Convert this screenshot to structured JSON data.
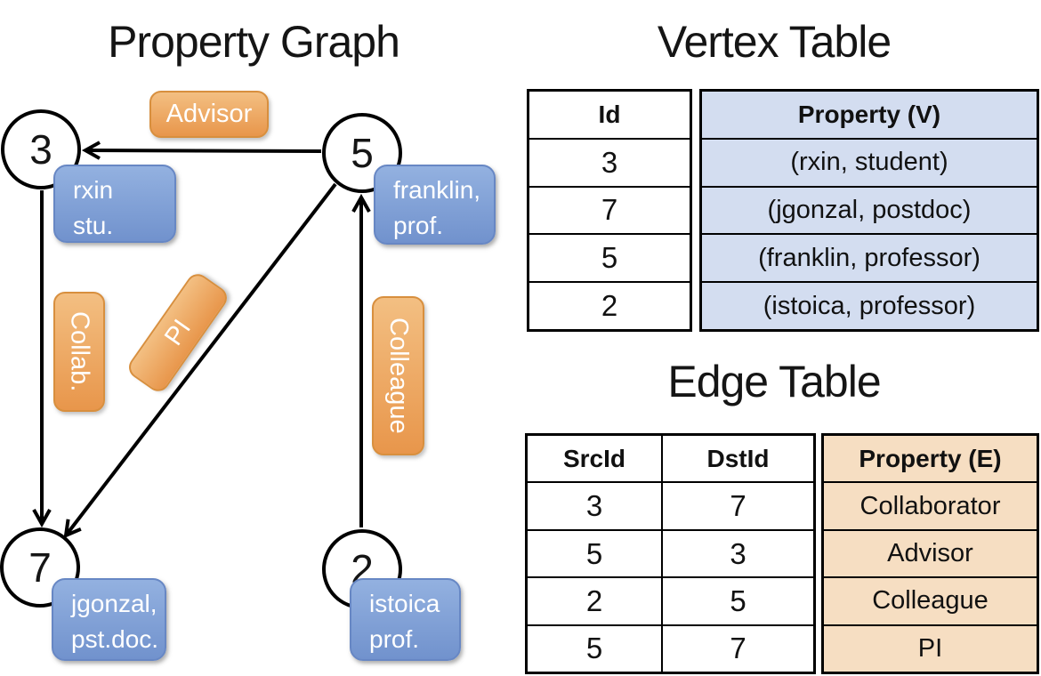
{
  "graph": {
    "title": "Property Graph",
    "nodes": [
      {
        "id": "3"
      },
      {
        "id": "5"
      },
      {
        "id": "7"
      },
      {
        "id": "2"
      }
    ],
    "vertex_boxes": [
      {
        "lines": [
          "rxin",
          "stu."
        ]
      },
      {
        "lines": [
          "franklin,",
          "prof."
        ]
      },
      {
        "lines": [
          "jgonzal,",
          "pst.doc."
        ]
      },
      {
        "lines": [
          "istoica",
          "prof."
        ]
      }
    ],
    "edge_labels": [
      {
        "label": "Advisor"
      },
      {
        "label": "Collab."
      },
      {
        "label": "PI"
      },
      {
        "label": "Colleague"
      }
    ]
  },
  "vertex_table": {
    "title": "Vertex Table",
    "id_column": {
      "header": "Id",
      "values": [
        "3",
        "7",
        "5",
        "2"
      ]
    },
    "property_column": {
      "header": "Property (V)",
      "values": [
        "(rxin, student)",
        "(jgonzal, postdoc)",
        "(franklin, professor)",
        "(istoica, professor)"
      ]
    }
  },
  "edge_table": {
    "title": "Edge Table",
    "src_column": {
      "header": "SrcId",
      "values": [
        "3",
        "5",
        "2",
        "5"
      ]
    },
    "dst_column": {
      "header": "DstId",
      "values": [
        "7",
        "3",
        "5",
        "7"
      ]
    },
    "property_column": {
      "header": "Property (E)",
      "values": [
        "Collaborator",
        "Advisor",
        "Colleague",
        "PI"
      ]
    }
  },
  "colors": {
    "edge_label_orange": "#eda55c",
    "vertex_box_blue": "#7d9ed6",
    "vertex_cell_fill": "#d3ddf0",
    "edge_cell_fill": "#f6dec2",
    "line_black": "#000000"
  }
}
